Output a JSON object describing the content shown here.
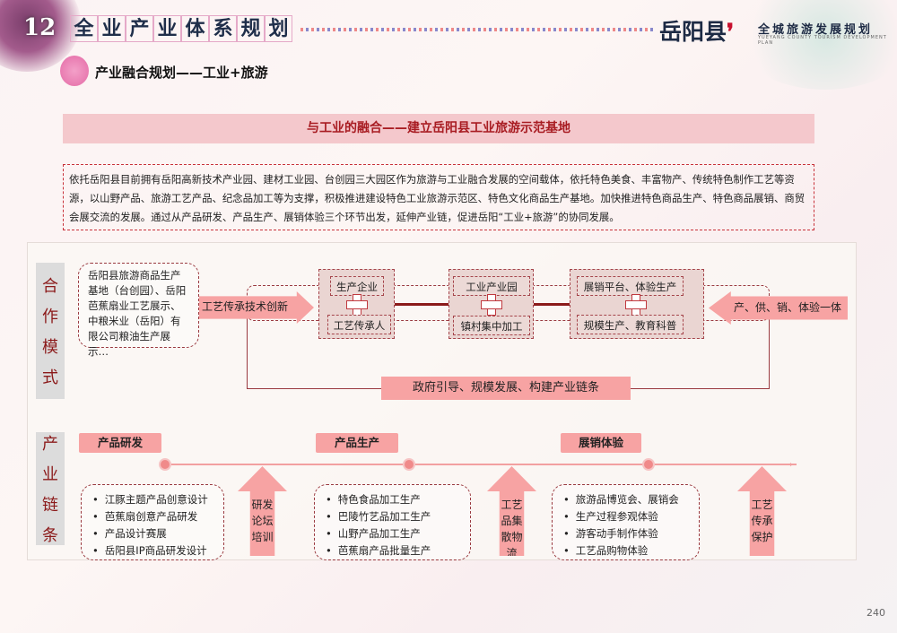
{
  "header": {
    "chapter_number": "12",
    "chapter_title": [
      "全",
      "业",
      "产",
      "业",
      "体",
      "系",
      "规",
      "划"
    ],
    "logo": "岳阳县",
    "logo_mark": "❜",
    "plan_title": "全城旅游发展规划",
    "plan_title_en": "YUEYANG COUNTY TOURISM DEVELOPMENT PLAN"
  },
  "section_title": "产业融合规划——工业+旅游",
  "banner": "与工业的融合——建立岳阳县工业旅游示范基地",
  "intro": "依托岳阳县目前拥有岳阳高新技术产业园、建材工业园、台创园三大园区作为旅游与工业融合发展的空间载体，依托特色美食、丰富物产、传统特色制作工艺等资源，以山野产品、旅游工艺产品、纪念品加工等为支撑，积极推进建设特色工业旅游示范区、特色文化商品生产基地。加快推进特色商品生产、特色商品展销、商贸会展交流的发展。通过从产品研发、产品生产、展销体验三个环节出发，延伸产业链，促进岳阳“工业+旅游”的协同发展。",
  "cooperation": {
    "label": [
      "合",
      "作",
      "模",
      "式"
    ],
    "base_text": "岳阳县旅游商品生产基地（台创园）、岳阳芭蕉扇业工艺展示、中粮米业（岳阳）有限公司粮油生产展示…",
    "arrow_in": "工艺传承技术创新",
    "arrow_right": "产、供、销、体验一体",
    "blocks": [
      {
        "top": "生产企业",
        "bottom": "工艺传承人"
      },
      {
        "top": "工业产业园",
        "bottom": "镇村集中加工"
      },
      {
        "top": "展销平台、体验生产",
        "bottom": "规模生产、教育科普"
      }
    ],
    "bottom_box": "政府引导、规模发展、构建产业链条"
  },
  "chain": {
    "label": [
      "产",
      "业",
      "链",
      "条"
    ],
    "stages": [
      {
        "tag": "产品研发",
        "items": [
          "江豚主题产品创意设计",
          "芭蕉扇创意产品研发",
          "产品设计赛展",
          "岳阳县IP商品研发设计"
        ],
        "support": "研发论坛培训"
      },
      {
        "tag": "产品生产",
        "items": [
          "特色食品加工生产",
          "巴陵竹艺品加工生产",
          "山野产品加工生产",
          "芭蕉扇产品批量生产"
        ],
        "support": "工艺品集散物流"
      },
      {
        "tag": "展销体验",
        "items": [
          "旅游品博览会、展销会",
          "生产过程参观体验",
          "游客动手制作体验",
          "工艺品购物体验"
        ],
        "support": "工艺传承保护"
      }
    ]
  },
  "page_number": "240"
}
